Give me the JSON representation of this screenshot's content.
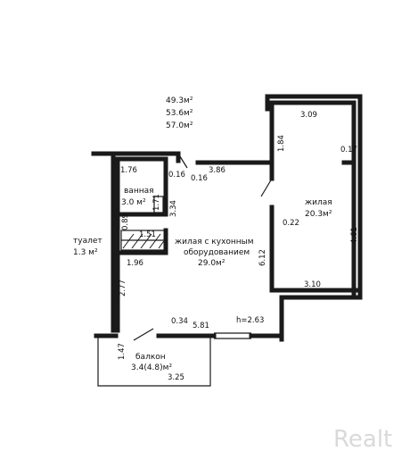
{
  "areas": {
    "living": "49.3м²",
    "total_no_balcony": "53.6м²",
    "total": "57.0м²"
  },
  "rooms": {
    "bathroom": {
      "name": "ванная",
      "area": "3.0 м²"
    },
    "toilet": {
      "name": "туалет",
      "area": "1.3 м²"
    },
    "living_kitchen": {
      "name_line1": "жилая с кухонным",
      "name_line2": "оборудованием",
      "area": "29.0м²"
    },
    "bedroom": {
      "name": "жилая",
      "area": "20.3м²"
    },
    "balcony": {
      "name": "балкон",
      "area": "3.4(4.8)м²"
    }
  },
  "dimensions": {
    "d309": "3.09",
    "d184": "1.84",
    "d017": "0.17",
    "d176": "1.76",
    "d016a": "0.16",
    "d386": "3.86",
    "d016b": "0.16",
    "d171": "1.71",
    "d334": "3.34",
    "d089": "0.89",
    "d151": "1.51",
    "d022": "0.22",
    "d461": "4.61",
    "d612": "6.12",
    "d196": "1.96",
    "d277": "2.77",
    "d310": "3.10",
    "d034": "0.34",
    "d581": "5.81",
    "height": "h=2.63",
    "d147": "1.47",
    "d325": "3.25"
  },
  "watermark": "Realt"
}
